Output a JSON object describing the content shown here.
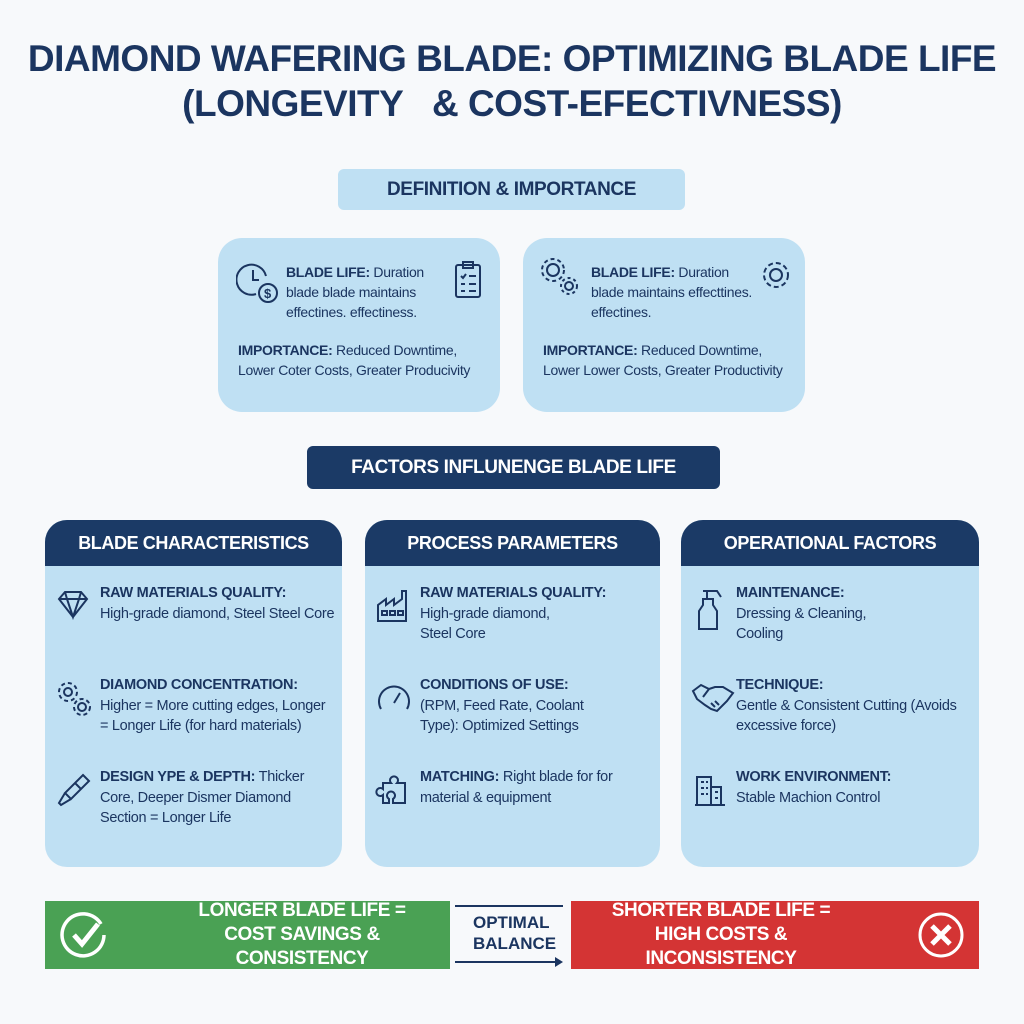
{
  "title": {
    "line1": "DIAMOND WAFERING BLADE: OPTIMIZING BLADE LIFE",
    "line2": "(LONGEVITY   & COST-EFECTIVNESS)"
  },
  "definition_label": "DEFINITION & IMPORTANCE",
  "cards": [
    {
      "def_heading": "BLADE LIFE:",
      "def_text": " Duration blade blade maintains effectines. effectiness.",
      "imp_heading": "IMPORTANCE:",
      "imp_text": " Reduced Downtime, Lower Coter Costs, Greater Producivity",
      "icons": [
        "clock-dollar-icon",
        "checklist-icon"
      ]
    },
    {
      "def_heading": "BLADE LIFE:",
      "def_text": " Duration blade maintains effecttines. effectines.",
      "imp_heading": "IMPORTANCE:",
      "imp_text": " Reduced Downtime, Lower Lower Costs, Greater Productivity",
      "icons": [
        "gears-icon",
        "gear-icon"
      ]
    }
  ],
  "factors_label": "FACTORS INFLUNENGE BLADE LIFE",
  "columns": [
    {
      "title": "BLADE CHARACTERISTICS",
      "items": [
        {
          "icon": "diamond-icon",
          "heading": "RAW MATERIALS QUALITY:",
          "text": "High-grade diamond, Steel Steel Core"
        },
        {
          "icon": "gears-icon",
          "heading": "DIAMOND CONCENTRATION:",
          "text": "Higher = More cutting edges, Longer = Longer Life (for hard materials)"
        },
        {
          "icon": "blade-tool-icon",
          "heading": "DESIGN YPE & DEPTH:",
          "text": "Thicker Core, Deeper Dismer Diamond Section = Longer Life"
        }
      ]
    },
    {
      "title": "PROCESS PARAMETERS",
      "items": [
        {
          "icon": "factory-icon",
          "heading": "RAW MATERIALS QUALITY:",
          "text": "High-grade diamond, Steel Core"
        },
        {
          "icon": "gauge-icon",
          "heading": "CONDITIONS OF USE:",
          "text": "(RPM, Feed Rate, Coolant Type): Optimized Settings"
        },
        {
          "icon": "puzzle-icon",
          "heading": "MATCHING:",
          "text": "Right blade for for material & equipment"
        }
      ]
    },
    {
      "title": "OPERATIONAL FACTORS",
      "items": [
        {
          "icon": "spray-bottle-icon",
          "heading": "MAINTENANCE:",
          "text": "Dressing & Cleaning, Cooling"
        },
        {
          "icon": "handshake-icon",
          "heading": "TECHNIQUE:",
          "text": "Gentle & Consistent Cutting (Avoids excessive force)"
        },
        {
          "icon": "building-icon",
          "heading": "WORK ENVIRONMENT:",
          "text": "Stable Machion Control"
        }
      ]
    }
  ],
  "bottom": {
    "good": "LONGER BLADE LIFE = COST SAVINGS & CONSISTENCY",
    "balance": "OPTIMAL BALANCE",
    "bad": "SHORTER BLADE LIFE = HIGH COSTS & INCONSISTENCY"
  },
  "colors": {
    "navy": "#1b3a66",
    "light_blue": "#bfe0f3",
    "green": "#4aa154",
    "red": "#d43434"
  }
}
